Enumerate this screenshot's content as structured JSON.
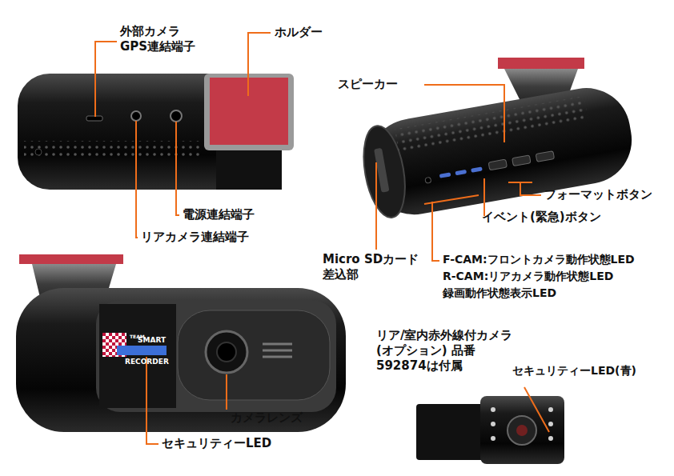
{
  "diagram": {
    "labels": [
      "外部カメラ GPS連結端子",
      "ホルダー",
      "電源連結端子",
      "リアカメラ連結端子",
      "スピーカー",
      "フォーマットボタン",
      "イベント(緊急)ボタン",
      "Micro SDカード 差込部",
      "F-CAM:フロントカメラ動作状態LED",
      "R-CAM:リアカメラ動作状態LED",
      "録画動作状態表示LED",
      "カメラレンズ",
      "セキュリティーLED",
      "リア/室内赤外線付カメラ (オプション) 品番 592874は付属",
      "セキュリティーLED(青)",
      "TEAM",
      "SMART",
      "RECORDER"
    ]
  }
}
